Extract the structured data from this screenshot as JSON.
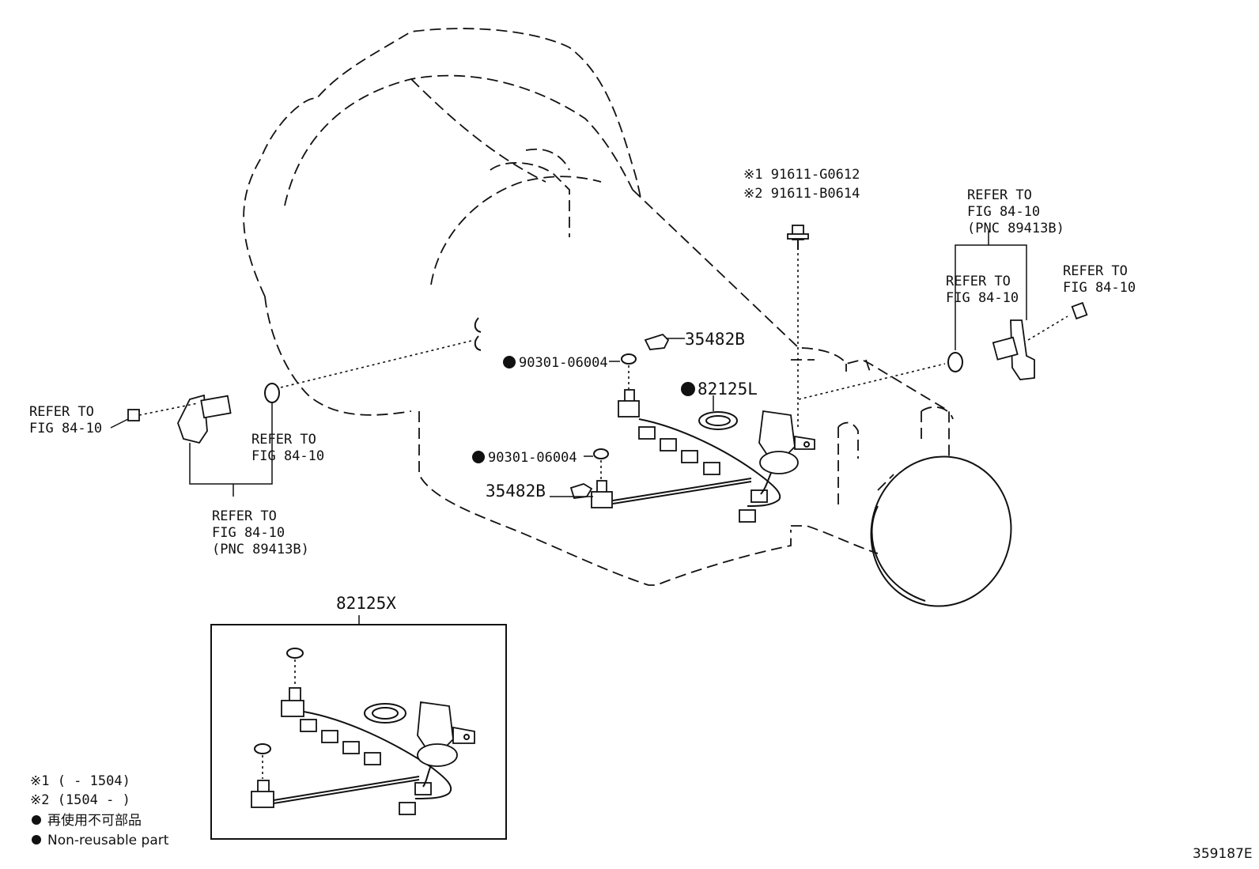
{
  "callouts": {
    "bolt_alt1": "※1 91611-G0612",
    "bolt_alt2": "※2 91611-B0614",
    "clamp_top": "35482B",
    "clamp_bottom": "35482B",
    "oring_upper": "90301-06004",
    "oring_lower": "90301-06004",
    "seal_ring": "82125L",
    "harness_assy": "82125X",
    "ref_right_group": [
      "REFER TO",
      "FIG 84-10",
      "(PNC 89413B)"
    ],
    "ref_right_oring": [
      "REFER TO",
      "FIG 84-10"
    ],
    "ref_right_bolt": [
      "REFER TO",
      "FIG 84-10"
    ],
    "ref_left_bolt": [
      "REFER TO",
      "FIG 84-10"
    ],
    "ref_left_oring": [
      "REFER TO",
      "FIG 84-10"
    ],
    "ref_left_group": [
      "REFER TO",
      "FIG 84-10",
      "(PNC 89413B)"
    ]
  },
  "legend": {
    "note1": "※1 (        - 1504)",
    "note2": "※2 (1504 -        )",
    "nonreusable_jp": "再使用不可部品",
    "nonreusable_en": "Non-reusable part"
  },
  "figure_id": "359187E"
}
